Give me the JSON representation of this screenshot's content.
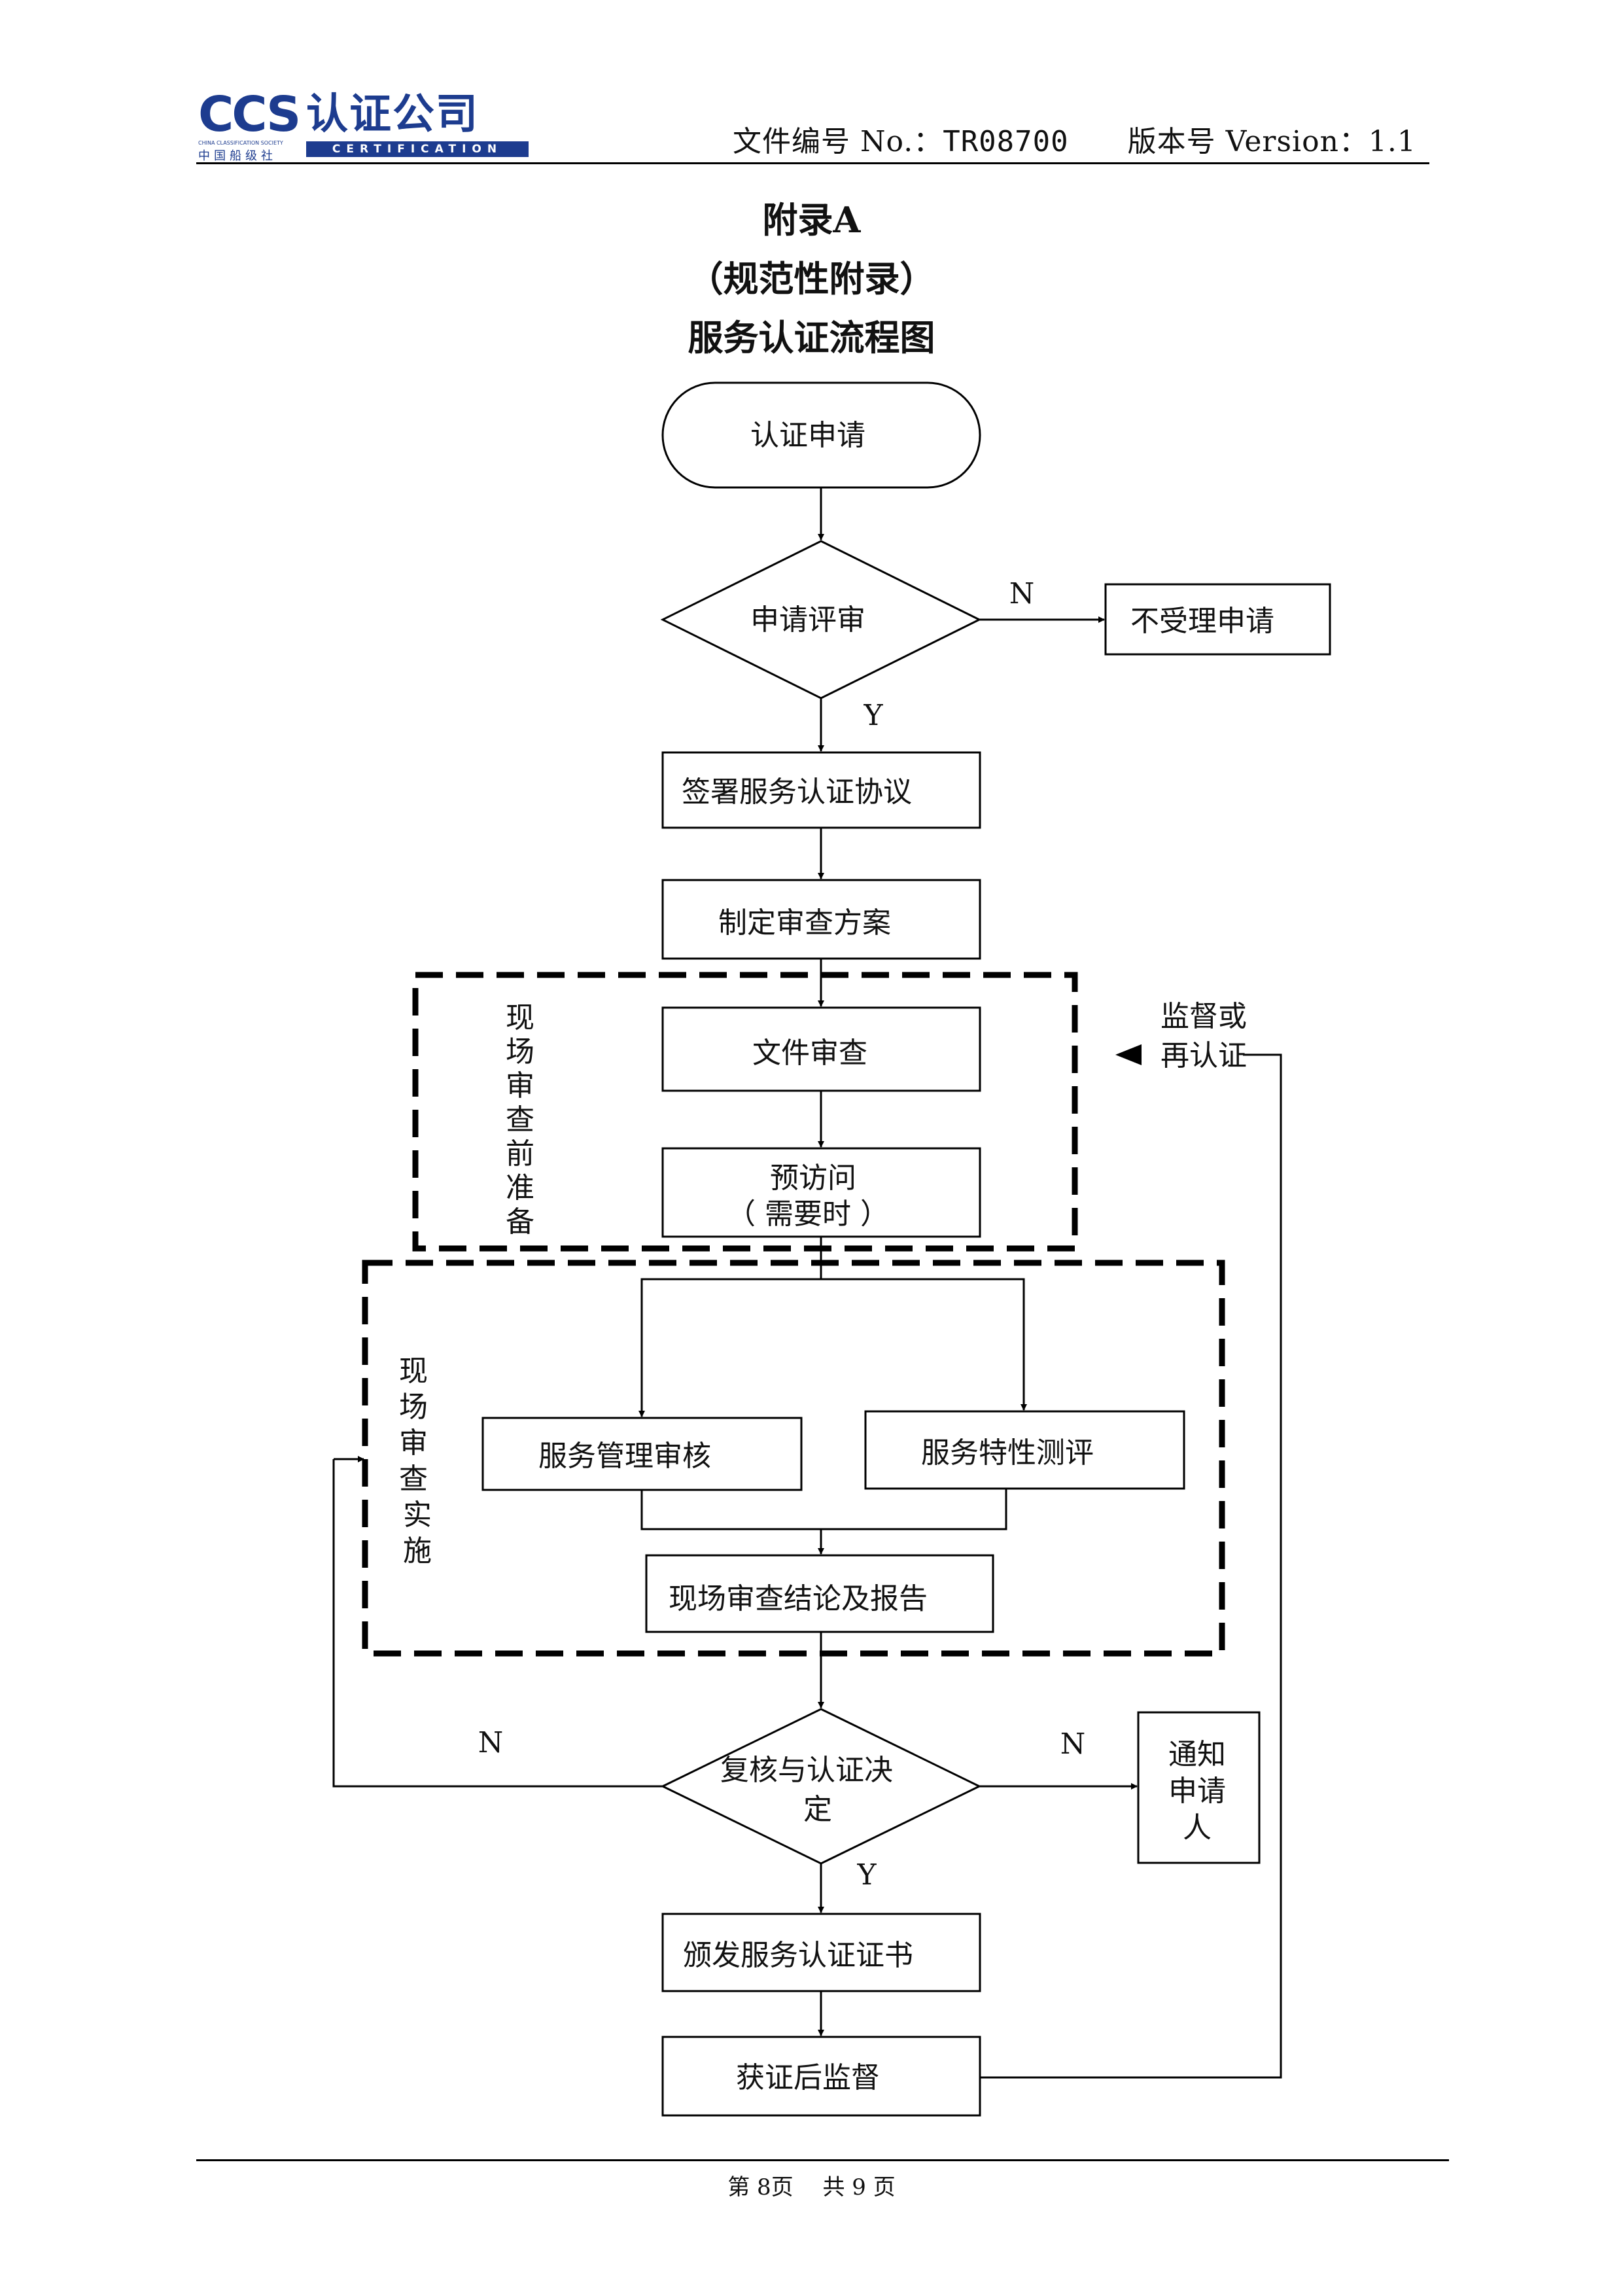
{
  "header": {
    "logo_letters": "CCS",
    "logo_cn": "认证公司",
    "logo_society": "CHINA CLASSIFICATION SOCIETY",
    "logo_sub": "中国船级社",
    "logo_bar": "CERTIFICATION",
    "doc_no_label": "文件编号 No.：",
    "doc_no_value": "TR08700",
    "version_label": "版本号 Version：",
    "version_value": "1.1"
  },
  "titles": {
    "line1": "附录A",
    "line2": "（规范性附录）",
    "line3": "服务认证流程图"
  },
  "flow": {
    "start": "认证申请",
    "review": "申请评审",
    "reject": "不受理申请",
    "sign": "签署服务认证协议",
    "plan": "制定审查方案",
    "docreview": "文件审查",
    "previsit_1": "预访问",
    "previsit_2": "（ 需要时 ）",
    "mgmt_audit": "服务管理审核",
    "feature_eval": "服务特性测评",
    "conclusion": "现场审查结论及报告",
    "decision_1": "复核与认证决",
    "decision_2": "定",
    "notify_1": "通知",
    "notify_2": "申请",
    "notify_3": "人",
    "issue": "颁发服务认证证书",
    "surveillance": "获证后监督",
    "loop_1": "监督或",
    "loop_2": "再认证",
    "prep_label": [
      "现",
      "场",
      "审",
      "查",
      "前",
      "准",
      "备"
    ],
    "impl_label": [
      "现",
      "场",
      "审",
      "查",
      "实",
      "施"
    ],
    "label_n": "N",
    "label_y": "Y"
  },
  "footer": {
    "page": "第 8页　 共 9 页"
  }
}
